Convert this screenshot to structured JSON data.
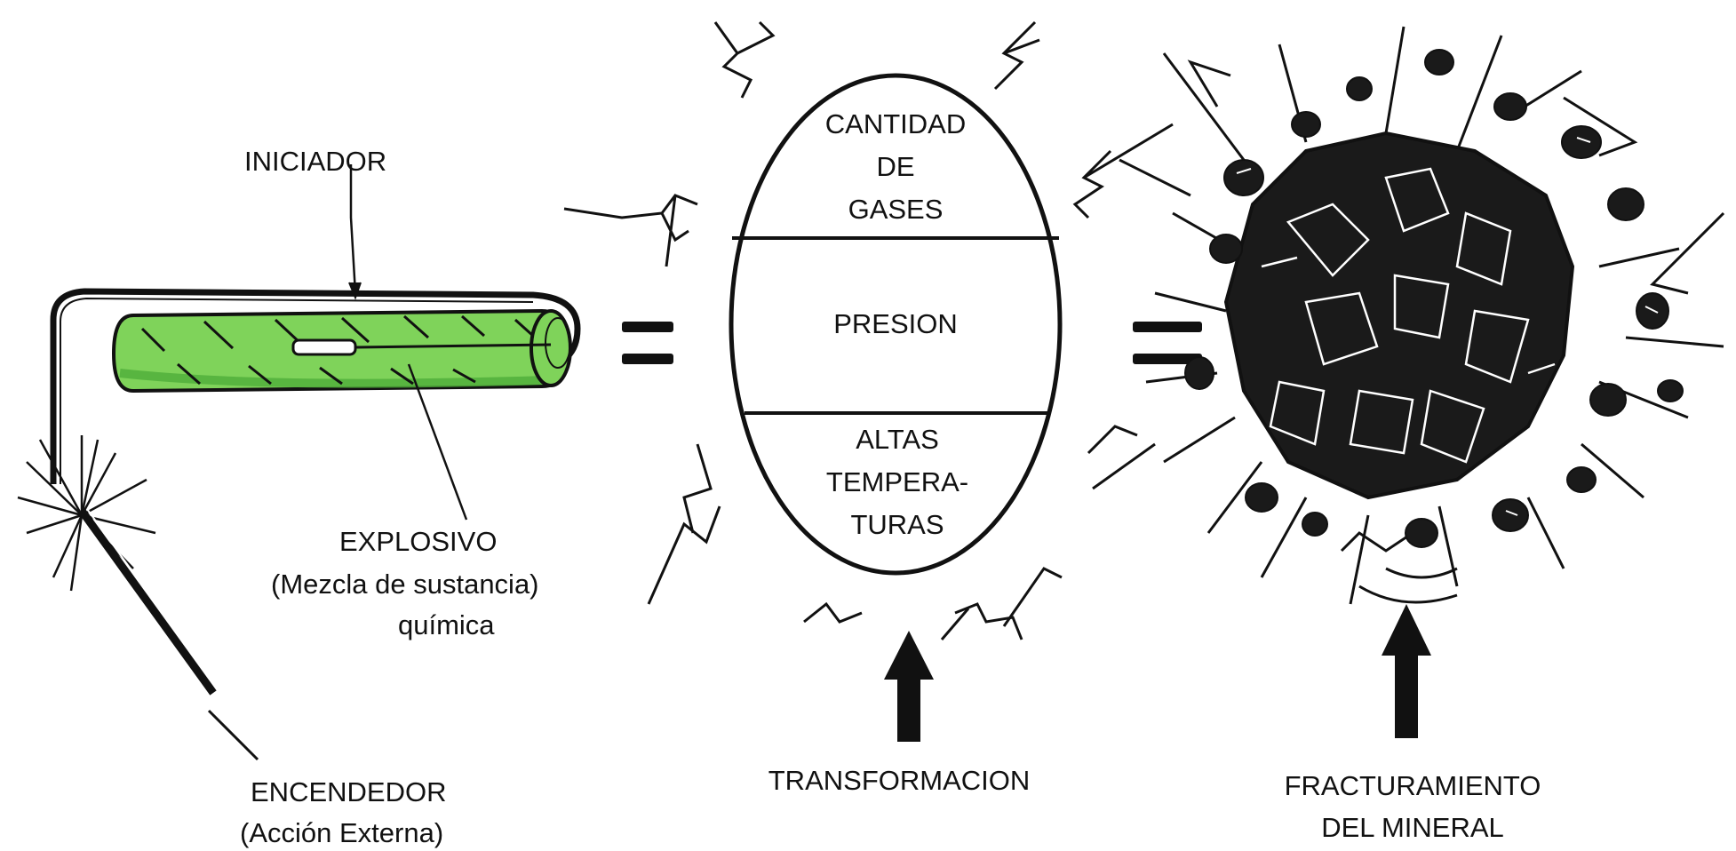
{
  "labels": {
    "iniciador": "INICIADOR",
    "explosivo": "EXPLOSIVO",
    "mezcla": "(Mezcla de sustancia)",
    "quimica": "química",
    "encendedor": "ENCENDEDOR",
    "accion_externa": "(Acción Externa)",
    "cantidad": "CANTIDAD",
    "de": "DE",
    "gases": "GASES",
    "presion": "PRESION",
    "altas": "ALTAS",
    "tempera": "TEMPERA-",
    "turas": "TURAS",
    "transformacion": "TRANSFORMACION",
    "fracturamiento": "FRACTURAMIENTO",
    "del_mineral": "DEL MINERAL"
  },
  "colors": {
    "cartridge_fill": "#7fd35a",
    "cartridge_shade": "#4fae39",
    "ink": "#111111"
  },
  "icons": [
    "equals-sign-icon",
    "up-arrow-icon",
    "spark-icon",
    "explosion-icon"
  ]
}
